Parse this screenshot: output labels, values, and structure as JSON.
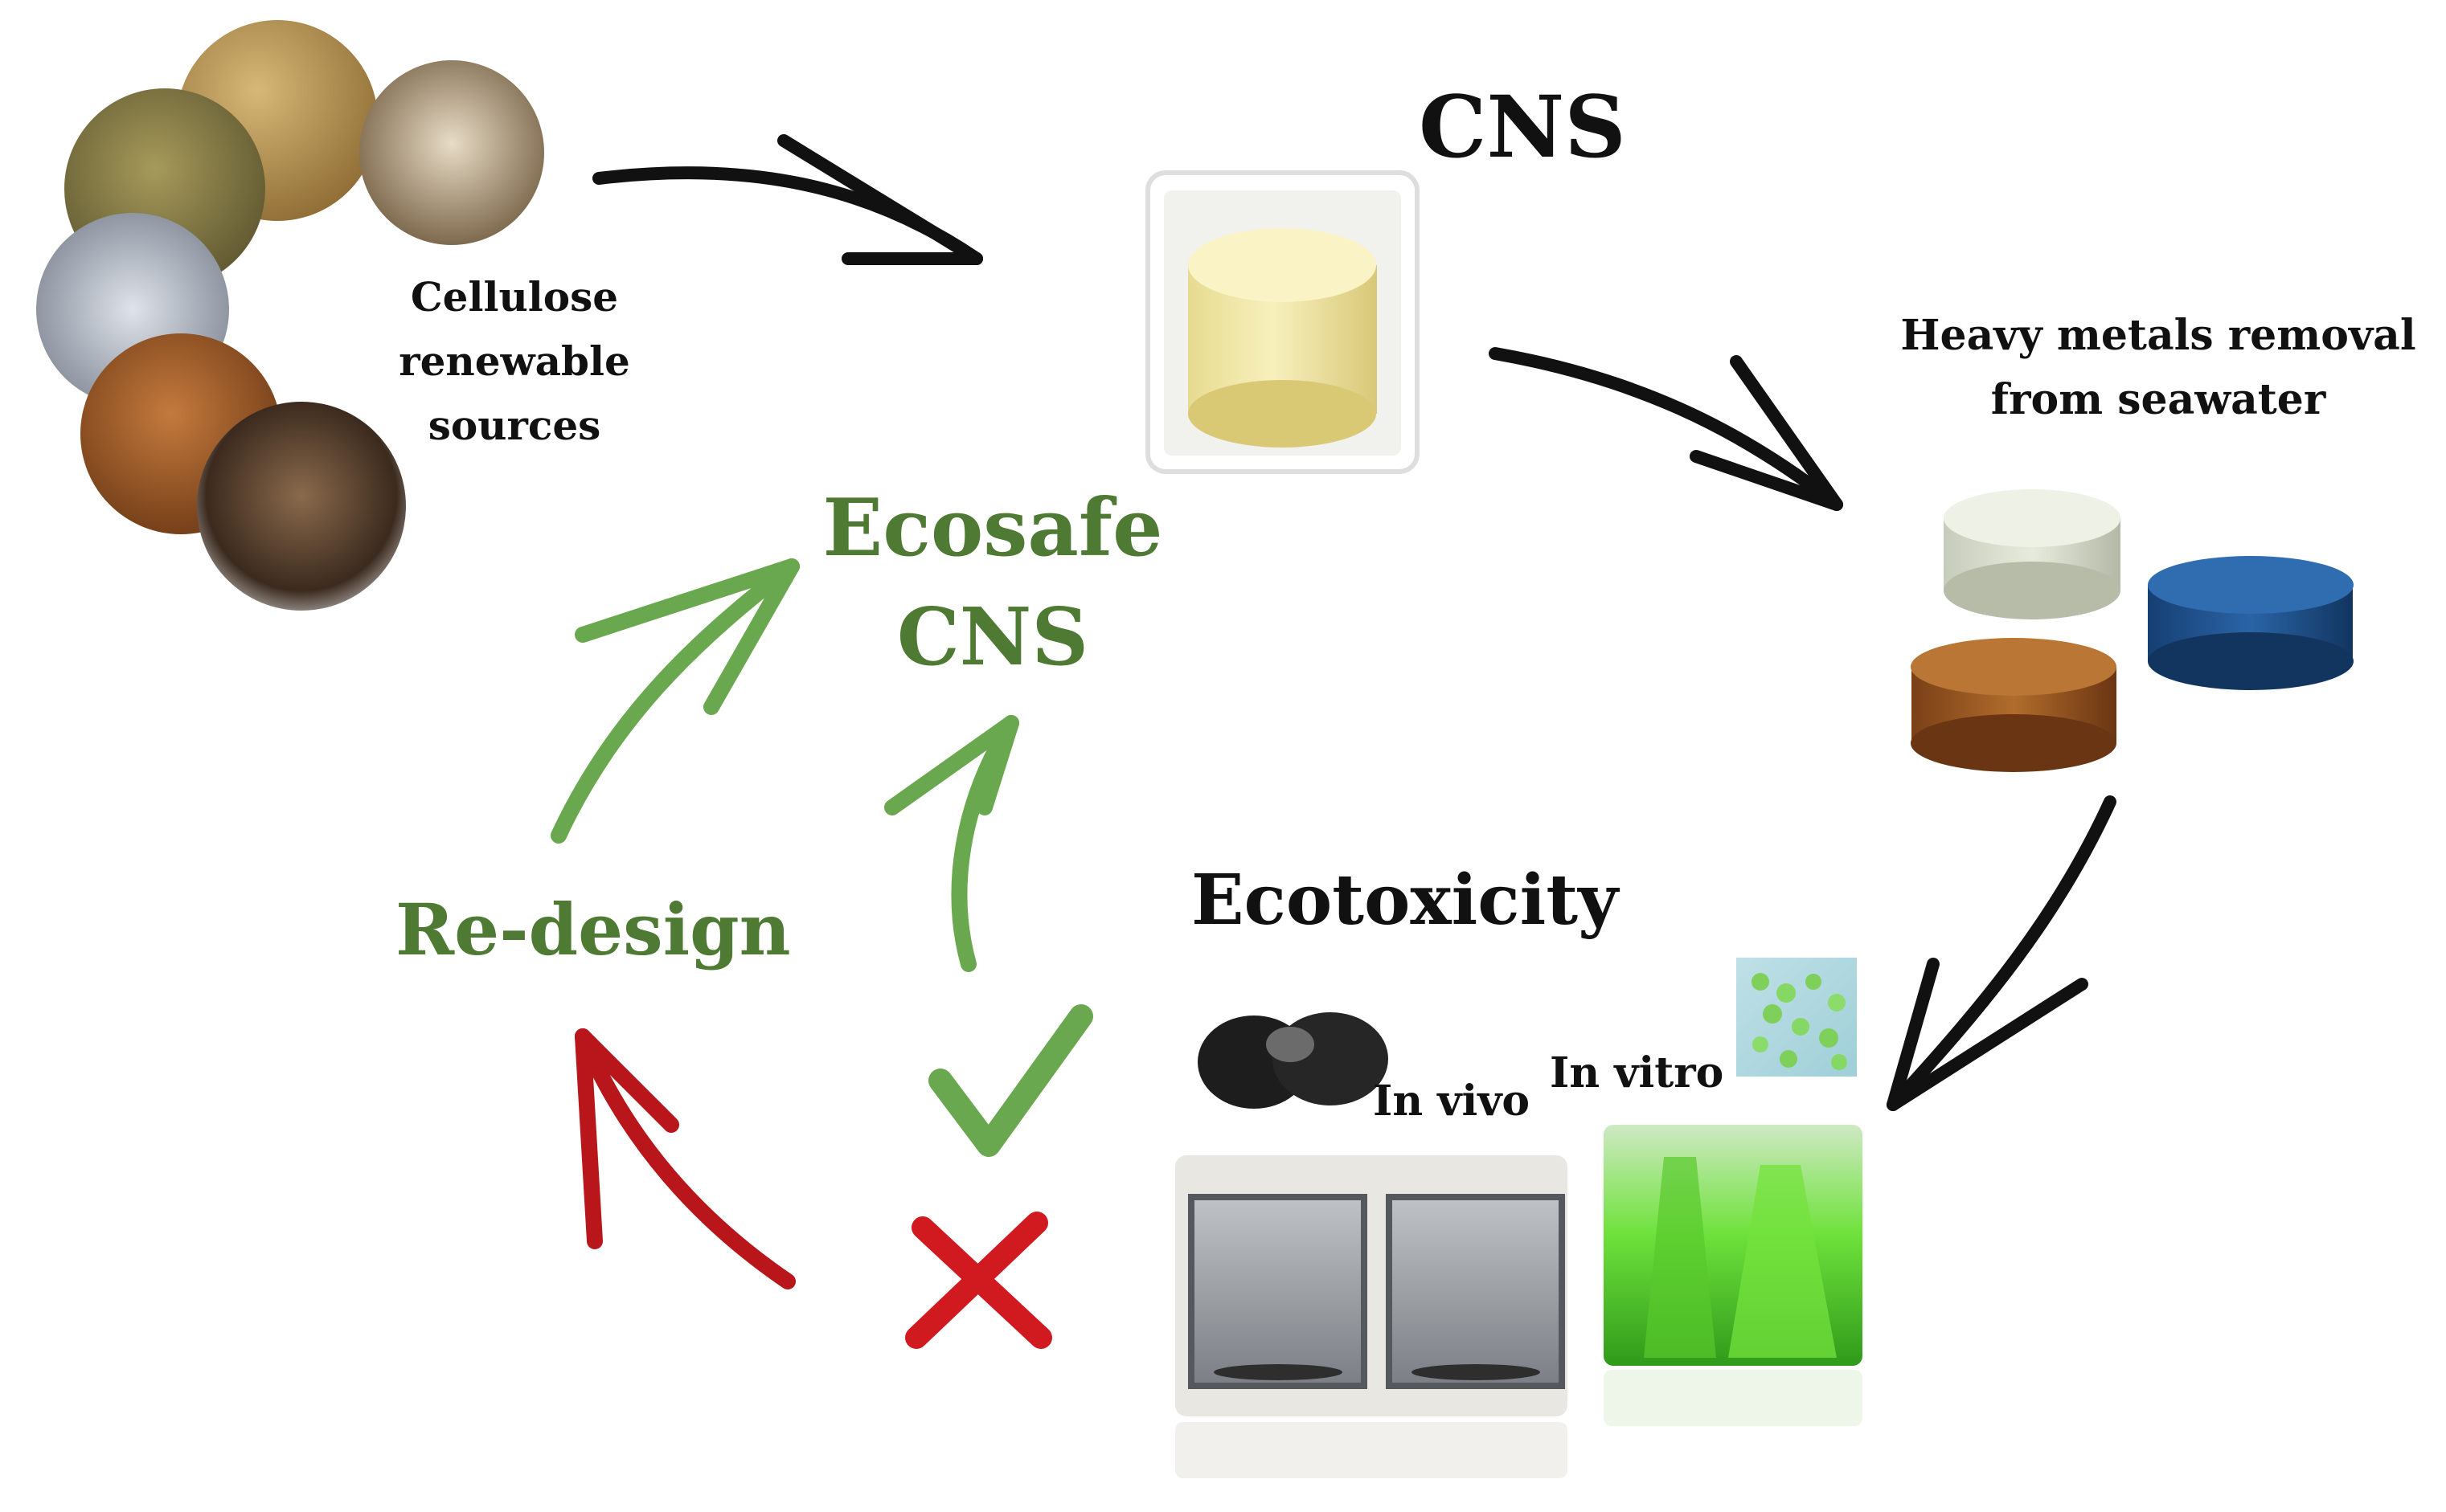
{
  "labels": {
    "sources": "Cellulose\nrenewable\nsources",
    "cns": "CNS",
    "heavy_metals": "Heavy metals removal\nfrom seawater",
    "ecosafe": "Ecosafe\nCNS",
    "redesign": "Re-design",
    "ecotoxicity": "Ecotoxicity",
    "in_vivo": "In vivo",
    "in_vitro": "In vitro"
  },
  "colors": {
    "text_dark": "#111111",
    "green_text": "#4e7a33",
    "green_arrow": "#6aa84f",
    "red_arrow": "#b8161b",
    "black_arrow": "#111111",
    "sponge_yellow": "#f3e9a8",
    "sponge_white": "#d9dfcd",
    "sponge_blue": "#1d4f8a",
    "sponge_brown": "#9a5a22",
    "algae_green": "#4fd12a",
    "tank_grey": "#6e7075"
  }
}
